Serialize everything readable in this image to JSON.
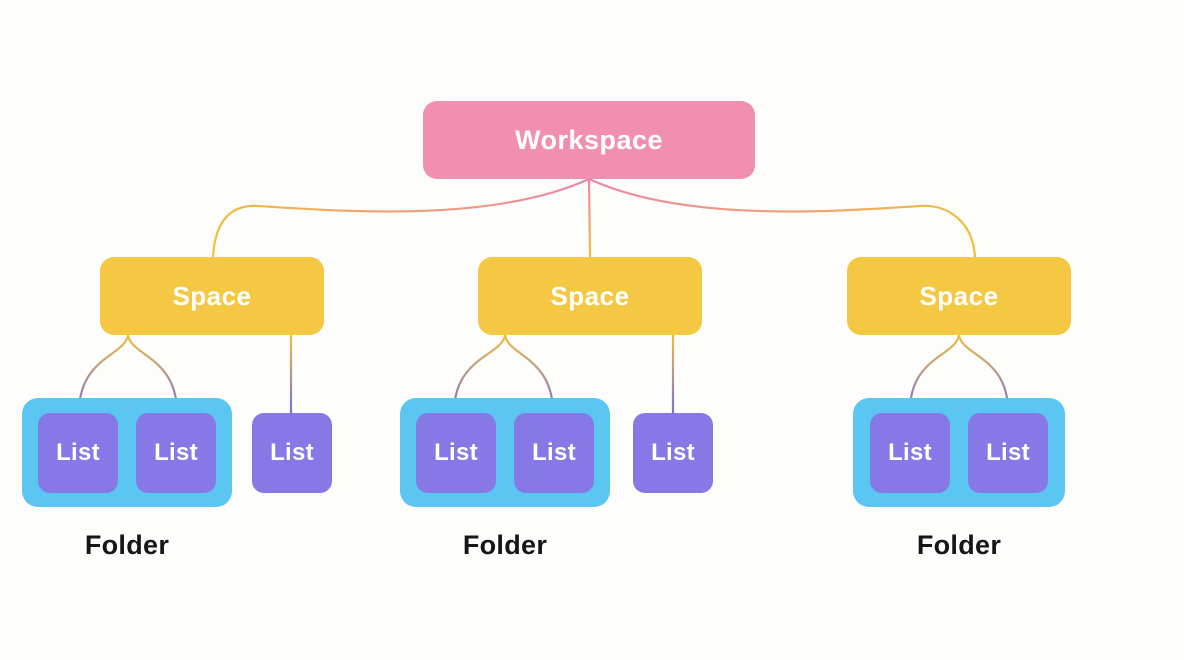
{
  "diagram": {
    "workspace": {
      "label": "Workspace"
    },
    "groups": [
      {
        "space_label": "Space",
        "folder_label": "Folder",
        "folder_lists": [
          {
            "label": "List"
          },
          {
            "label": "List"
          }
        ],
        "outside_lists": [
          {
            "label": "List"
          }
        ]
      },
      {
        "space_label": "Space",
        "folder_label": "Folder",
        "folder_lists": [
          {
            "label": "List"
          },
          {
            "label": "List"
          }
        ],
        "outside_lists": [
          {
            "label": "List"
          }
        ]
      },
      {
        "space_label": "Space",
        "folder_label": "Folder",
        "folder_lists": [
          {
            "label": "List"
          },
          {
            "label": "List"
          }
        ],
        "outside_lists": []
      }
    ],
    "colors": {
      "background": "#FDFDFB",
      "workspace_pink": "#F18FB1",
      "space_yellow": "#F5C843",
      "folder_blue": "#5BC6F1",
      "list_purple": "#8679E6",
      "box_text": "#FFFFFF",
      "folder_label_text": "#161616",
      "line_pink": "#EE86AC",
      "line_yellow": "#EFBE3F",
      "line_purple": "#7C70D6"
    }
  }
}
